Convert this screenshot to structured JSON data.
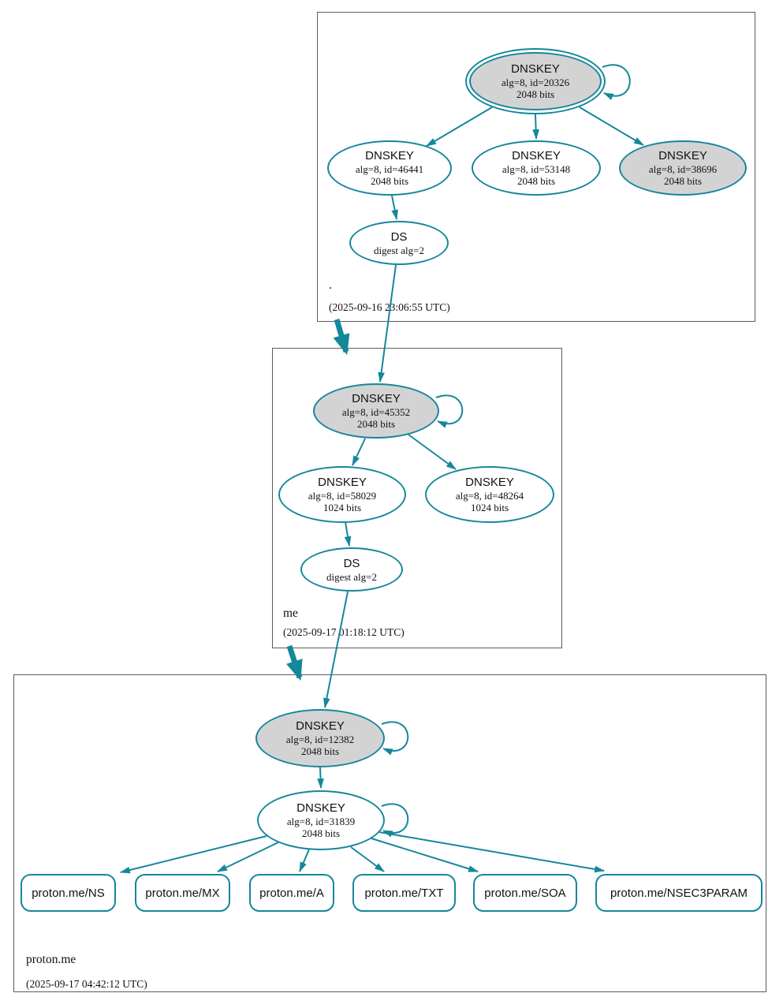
{
  "diagram": {
    "kind": "dnssec-authentication-chain",
    "colors": {
      "edge": "#15879a",
      "ksk_fill": "#d3d3d3",
      "node_fill": "#ffffff",
      "box_border": "#5c5c5c",
      "text": "#111111"
    }
  },
  "zones": [
    {
      "name": ".",
      "timestamp": "(2025-09-16 23:06:55 UTC)",
      "ksk": {
        "type": "DNSKEY",
        "detail": "alg=8, id=20326",
        "bits": "2048 bits"
      },
      "zsk_left": {
        "type": "DNSKEY",
        "detail": "alg=8, id=46441",
        "bits": "2048 bits"
      },
      "zsk_mid": {
        "type": "DNSKEY",
        "detail": "alg=8, id=53148",
        "bits": "2048 bits"
      },
      "zsk_right": {
        "type": "DNSKEY",
        "detail": "alg=8, id=38696",
        "bits": "2048 bits"
      },
      "ds": {
        "type": "DS",
        "detail": "digest alg=2"
      }
    },
    {
      "name": "me",
      "timestamp": "(2025-09-17 01:18:12 UTC)",
      "ksk": {
        "type": "DNSKEY",
        "detail": "alg=8, id=45352",
        "bits": "2048 bits"
      },
      "zsk_left": {
        "type": "DNSKEY",
        "detail": "alg=8, id=58029",
        "bits": "1024 bits"
      },
      "zsk_right": {
        "type": "DNSKEY",
        "detail": "alg=8, id=48264",
        "bits": "1024 bits"
      },
      "ds": {
        "type": "DS",
        "detail": "digest alg=2"
      }
    },
    {
      "name": "proton.me",
      "timestamp": "(2025-09-17 04:42:12 UTC)",
      "ksk": {
        "type": "DNSKEY",
        "detail": "alg=8, id=12382",
        "bits": "2048 bits"
      },
      "zsk": {
        "type": "DNSKEY",
        "detail": "alg=8, id=31839",
        "bits": "2048 bits"
      },
      "rrsets": [
        {
          "label": "proton.me/NS"
        },
        {
          "label": "proton.me/MX"
        },
        {
          "label": "proton.me/A"
        },
        {
          "label": "proton.me/TXT"
        },
        {
          "label": "proton.me/SOA"
        },
        {
          "label": "proton.me/NSEC3PARAM"
        }
      ]
    }
  ]
}
